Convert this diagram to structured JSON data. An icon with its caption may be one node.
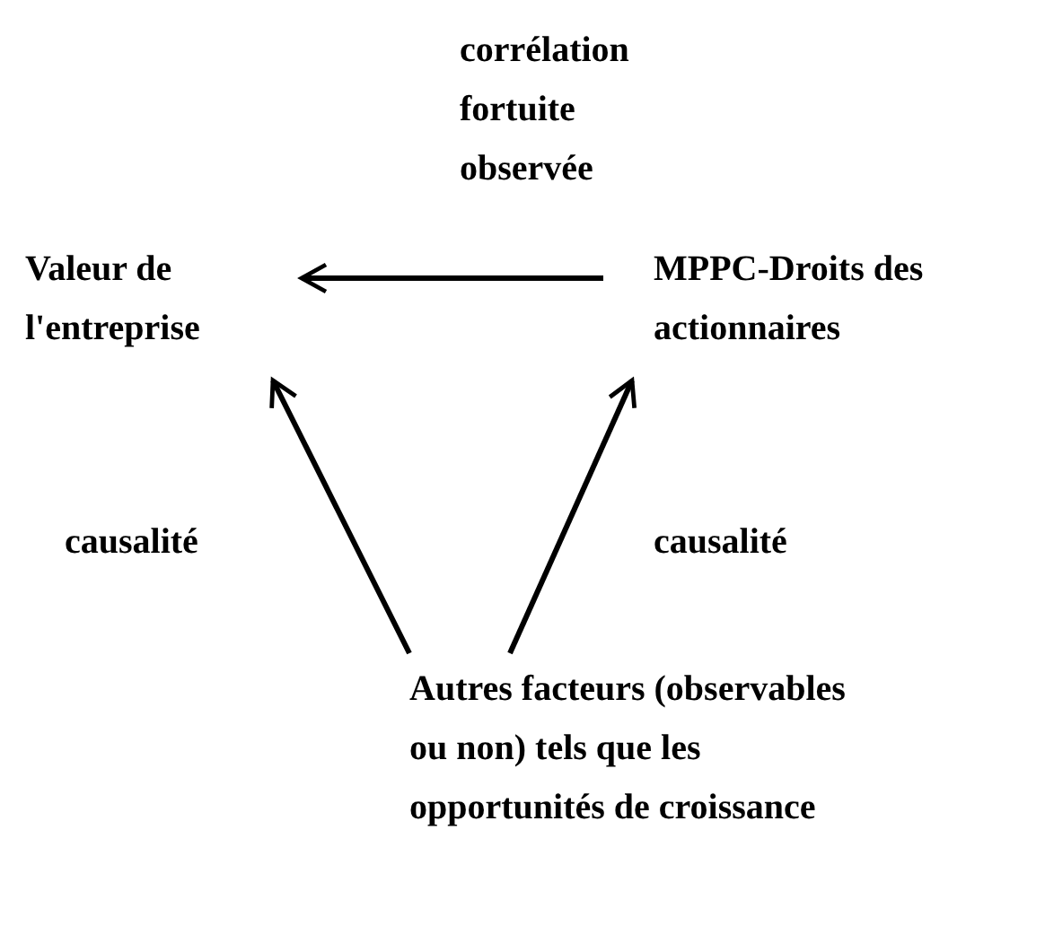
{
  "diagram": {
    "nodes": [
      {
        "text": [
          "Valeur de l'entreprise"
        ]
      },
      {
        "text": [
          "MPPC-Droits des actionnaires"
        ]
      },
      {
        "text": [
          "Autres facteurs (observables ou non) tels que les opportunités de croissance"
        ]
      }
    ],
    "edges": [
      {
        "from": 1,
        "to": 0,
        "arrow": "to",
        "label": "corrélation fortuite observée"
      },
      {
        "from": 2,
        "to": 0,
        "arrow": "to",
        "label": "causalité"
      },
      {
        "from": 2,
        "to": 1,
        "arrow": "to",
        "label": "causalité"
      }
    ]
  }
}
